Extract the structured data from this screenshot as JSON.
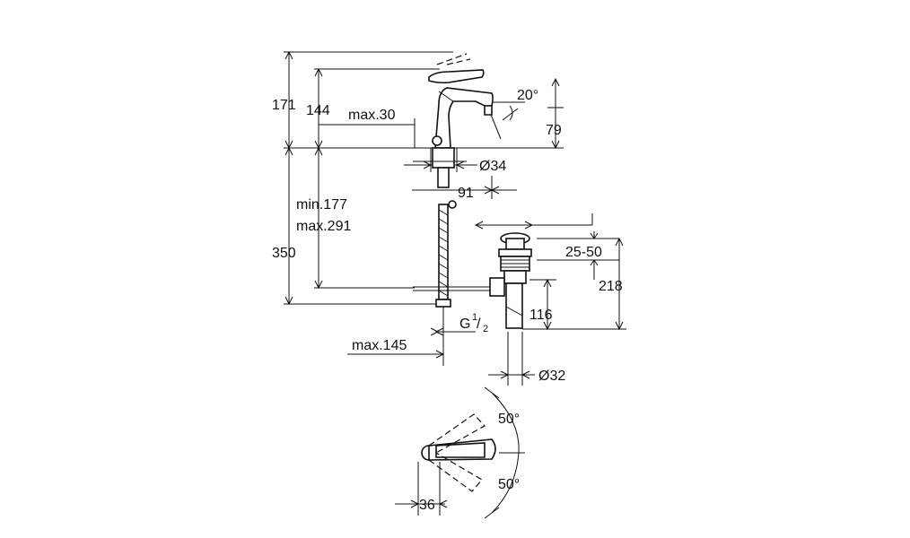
{
  "dimensions": {
    "h171": "171",
    "h144": "144",
    "max30": "max.30",
    "angle20": "20°",
    "h79": "79",
    "dia34": "Ø34",
    "w91": "91",
    "min177": "min.177",
    "max291": "max.291",
    "h350": "350",
    "range25_50": "25-50",
    "h218": "218",
    "h116": "116",
    "thread_g": "G",
    "thread_num": "1",
    "thread_den": "2",
    "max145": "max.145",
    "dia32": "Ø32",
    "angle50_top": "50°",
    "angle50_bottom": "50°",
    "w36": "36"
  }
}
